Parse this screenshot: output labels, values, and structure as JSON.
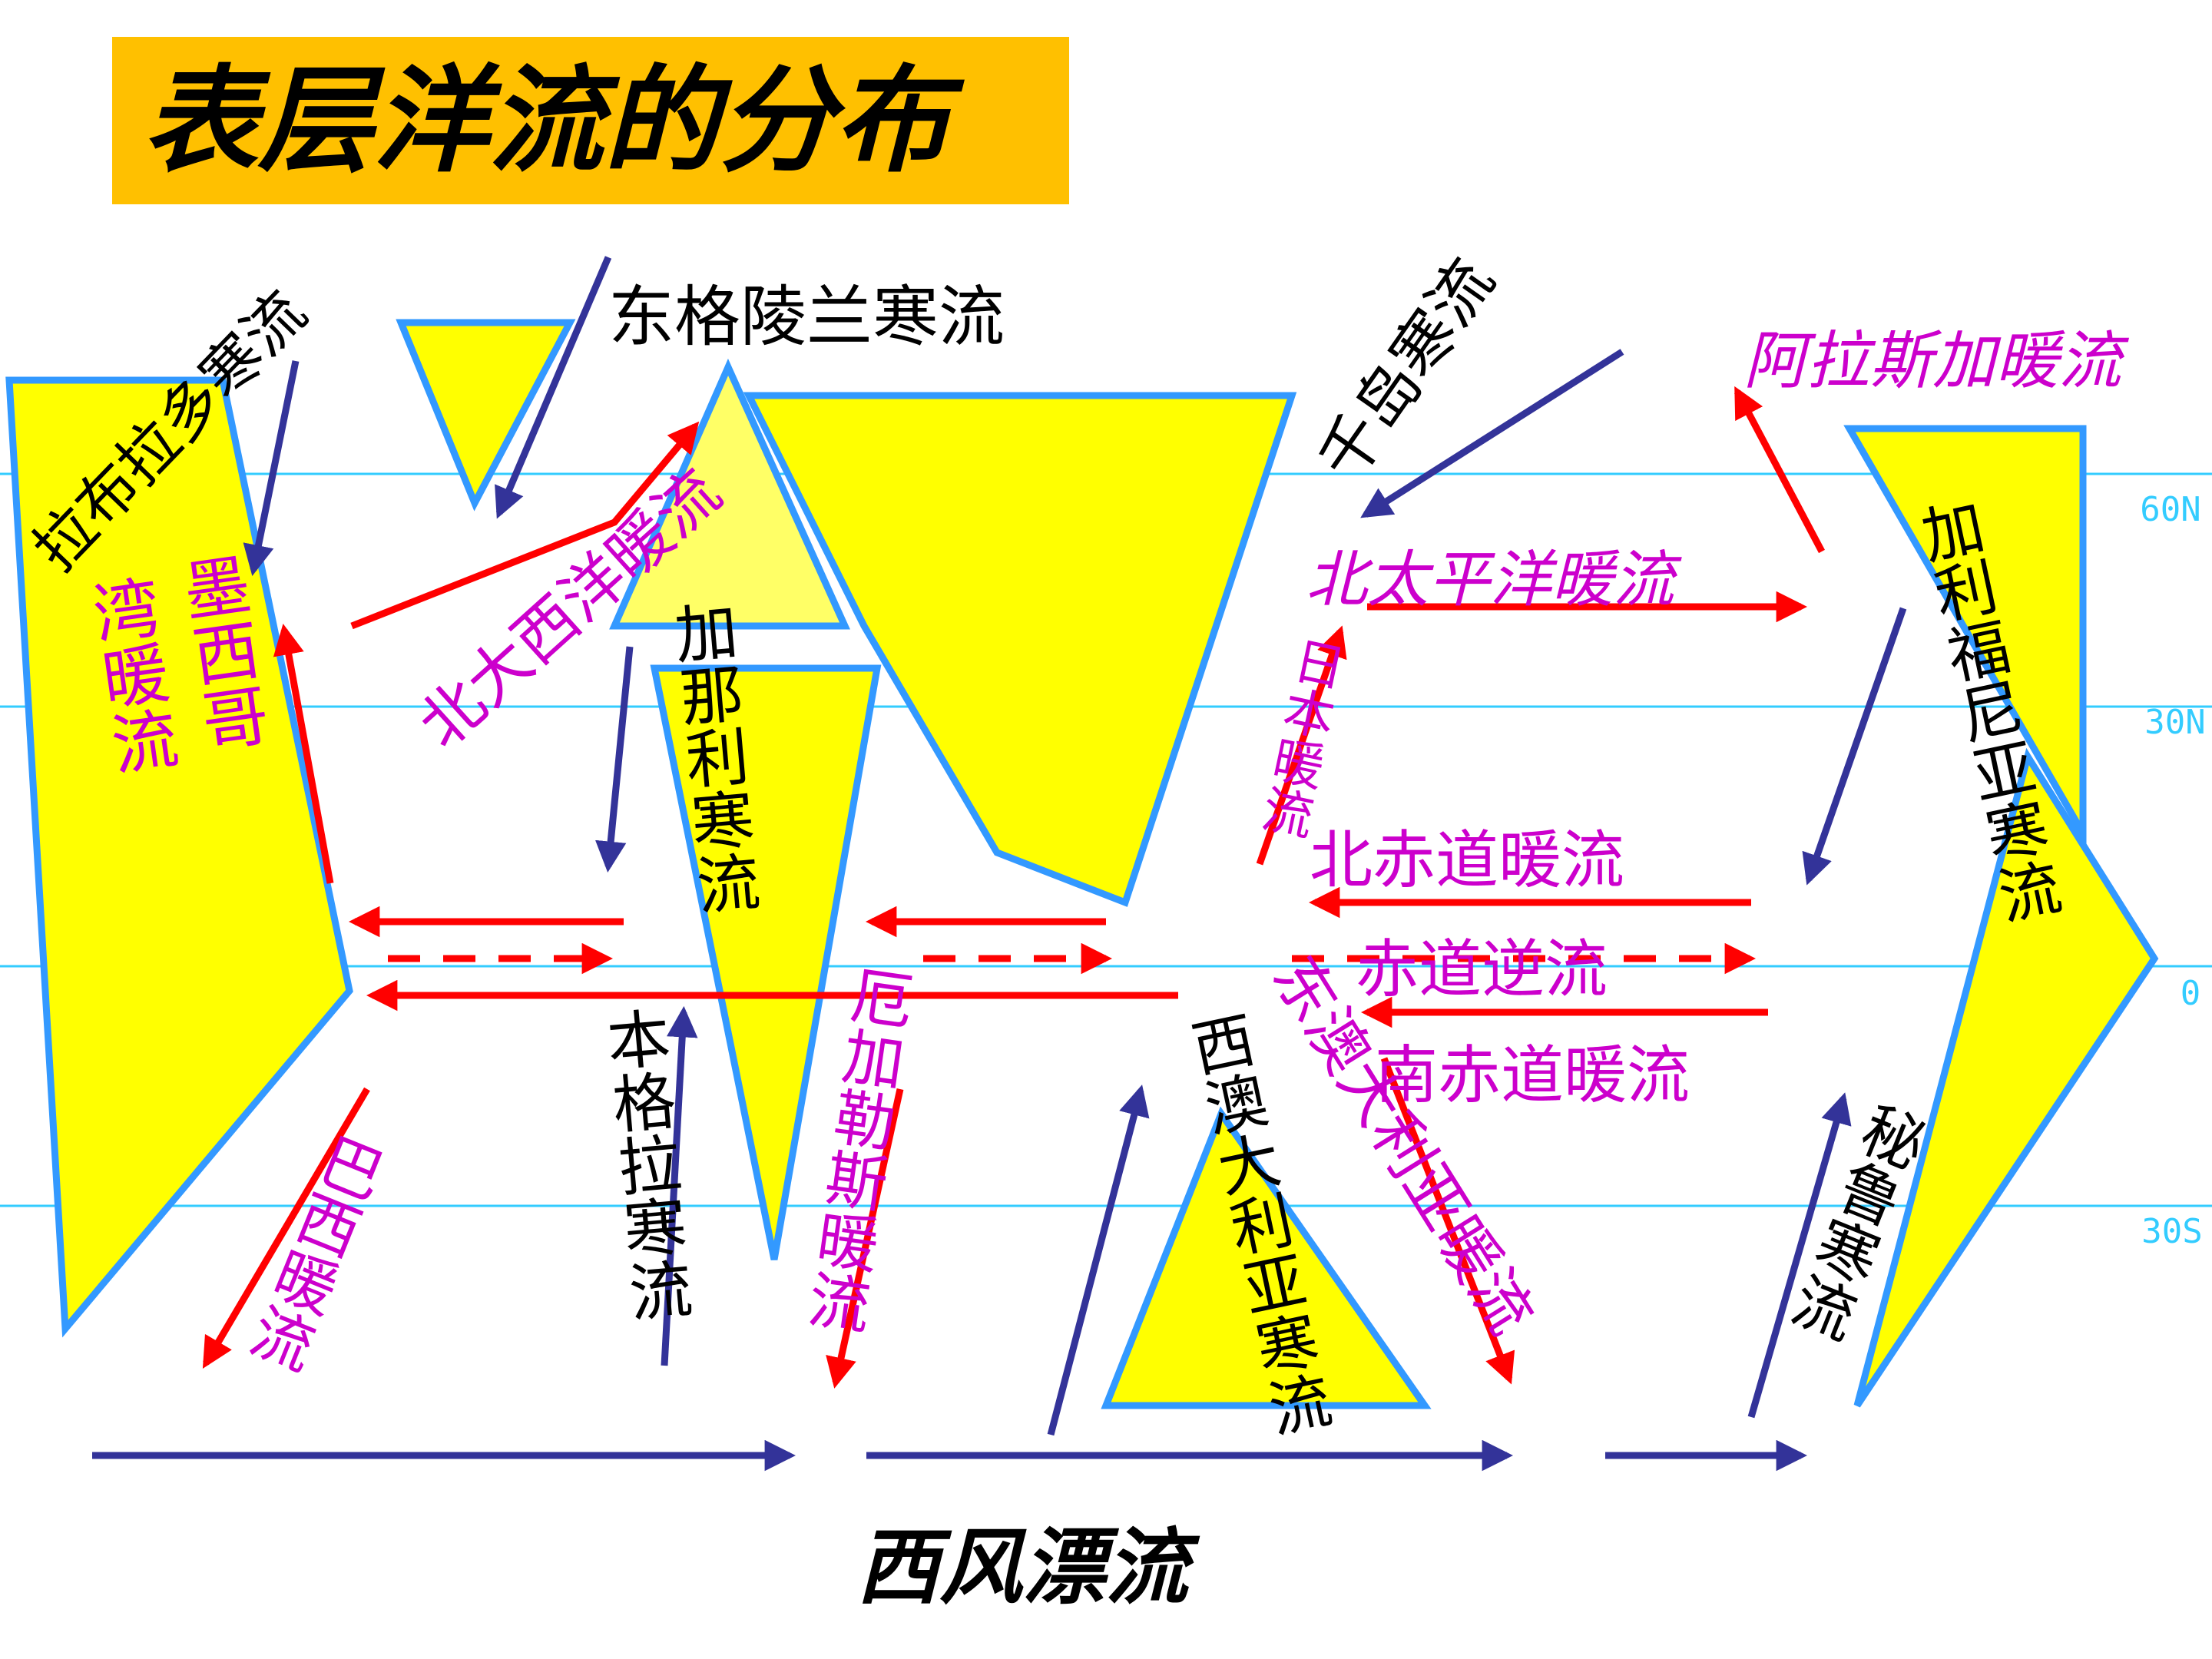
{
  "title": "表层洋流的分布",
  "colors": {
    "land": "#FFFF00",
    "land_light": "#FFFF66",
    "land_border": "#3399FF",
    "warm": "#FF0000",
    "cold": "#333399",
    "warm_label": "#CC00CC",
    "lat_line": "#33CCFF",
    "title_bg": "#FFC000"
  },
  "latitudes": [
    "60N",
    "30N",
    "0",
    "30S"
  ],
  "currents": {
    "labrador": "拉布拉多寒流",
    "east_greenland": "东格陵兰寒流",
    "north_atlantic": "北大西洋暖流",
    "gulf_stream": "湾暖流",
    "mexico": "墨西哥",
    "canary": "加那利寒流",
    "benguela": "本格拉寒流",
    "brazil": "巴西暖流",
    "agulhas": "厄加勒斯暖流",
    "oyashio": "千岛寒流",
    "north_pacific": "北太平洋暖流",
    "kuroshio": "日本暖流",
    "north_equatorial": "北赤道暖流",
    "counter": "赤道逆流",
    "south_equatorial": "南赤道暖流",
    "east_australian": "东澳大利亚暖流",
    "west_australian": "西澳大利亚寒流",
    "alaska": "阿拉斯加暖流",
    "california": "加利福尼亚寒流",
    "peru": "秘鲁寒流",
    "west_wind_drift": "西风漂流"
  }
}
